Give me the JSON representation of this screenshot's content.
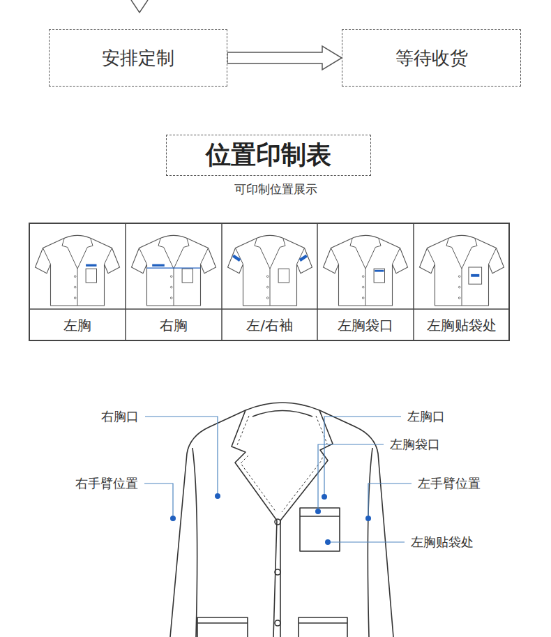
{
  "diagram": {
    "title": "位置印制表",
    "nodes": [
      {
        "text": [
          "安排定制"
        ]
      },
      {
        "text": [
          "等待收货"
        ]
      }
    ],
    "edges": [
      {
        "from": 0,
        "to": 1,
        "arrow": "to"
      }
    ],
    "labels": [
      "可印制位置展示",
      "左胸",
      "右胸",
      "左/右袖",
      "左胸袋口",
      "左胸贴袋处",
      "右胸口",
      "左胸口",
      "左胸袋口",
      "右手臂位置",
      "左手臂位置",
      "左胸贴袋处"
    ]
  }
}
